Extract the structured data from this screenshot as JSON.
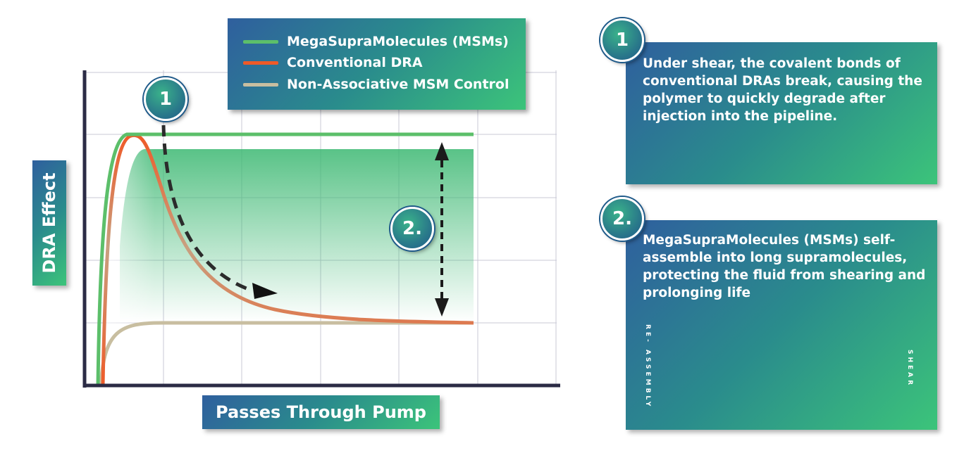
{
  "legend": {
    "items": [
      {
        "label": "MegaSupraMolecules (MSMs)",
        "color": "#5cbf6a"
      },
      {
        "label": "Conventional DRA",
        "color": "#ef5a28"
      },
      {
        "label": "Non-Associative MSM Control",
        "color": "#c8bea0"
      }
    ]
  },
  "axes": {
    "ylabel": "DRA Effect",
    "xlabel": "Passes Through Pump"
  },
  "badges": {
    "one": "1",
    "two": "2."
  },
  "panel1": {
    "badge": "1",
    "text": "Under shear, the covalent bonds of conventional DRAs break, causing the polymer to quickly degrade after injection into the pipeline."
  },
  "panel2": {
    "badge": "2.",
    "text": "MegaSupraMolecules (MSMs) self-assemble into long supramolecules, protecting the fluid from shearing and prolonging life",
    "left_label": "RE- ASSEMBLY",
    "right_label": "SHEAR"
  },
  "colors": {
    "gradient_start": "#2f5f9e",
    "gradient_end": "#3cc47a",
    "axis": "#2b2b45"
  }
}
